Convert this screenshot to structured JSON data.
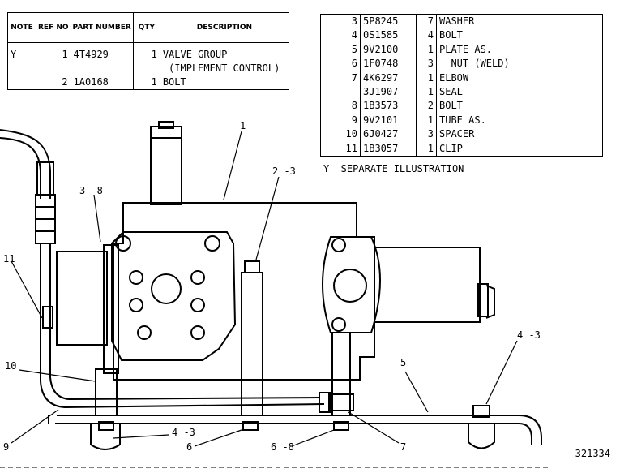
{
  "left_table": {
    "headers": {
      "note": "NOTE",
      "ref_no": "REF NO",
      "part_number": "PART NUMBER",
      "qty": "QTY",
      "description": "DESCRIPTION"
    },
    "rows": [
      {
        "note": "Y",
        "ref": "1",
        "part": "4T4929",
        "qty": "1",
        "desc": "VALVE GROUP"
      },
      {
        "note": "",
        "ref": "",
        "part": "",
        "qty": "",
        "desc": " (IMPLEMENT CONTROL)"
      },
      {
        "note": "",
        "ref": "2",
        "part": "1A0168",
        "qty": "1",
        "desc": "BOLT"
      }
    ]
  },
  "right_table": {
    "rows": [
      {
        "ref": "3",
        "part": "5P8245",
        "qty": "7",
        "desc": "WASHER"
      },
      {
        "ref": "4",
        "part": "0S1585",
        "qty": "4",
        "desc": "BOLT"
      },
      {
        "ref": "5",
        "part": "9V2100",
        "qty": "1",
        "desc": "PLATE AS."
      },
      {
        "ref": "6",
        "part": "1F0748",
        "qty": "3",
        "desc": "  NUT (WELD)"
      },
      {
        "ref": "7",
        "part": "4K6297",
        "qty": "1",
        "desc": "ELBOW"
      },
      {
        "ref": "",
        "part": "3J1907",
        "qty": "1",
        "desc": "SEAL"
      },
      {
        "ref": "8",
        "part": "1B3573",
        "qty": "2",
        "desc": "BOLT"
      },
      {
        "ref": "9",
        "part": "9V2101",
        "qty": "1",
        "desc": "TUBE AS."
      },
      {
        "ref": "10",
        "part": "6J0427",
        "qty": "3",
        "desc": "SPACER"
      },
      {
        "ref": "11",
        "part": "1B3057",
        "qty": "1",
        "desc": "CLIP"
      }
    ]
  },
  "footnote": "Y  SEPARATE ILLUSTRATION",
  "callouts": {
    "c1": "1",
    "c2_3": "2 -3",
    "c3_8": "3 -8",
    "c11": "11",
    "c10": "10",
    "c9": "9",
    "c4_3_bottom": "4 -3",
    "c6": "6",
    "c6_8": "6 -8",
    "c7": "7",
    "c5": "5",
    "c4_3_right": "4 -3"
  },
  "drawing_number": "321334"
}
